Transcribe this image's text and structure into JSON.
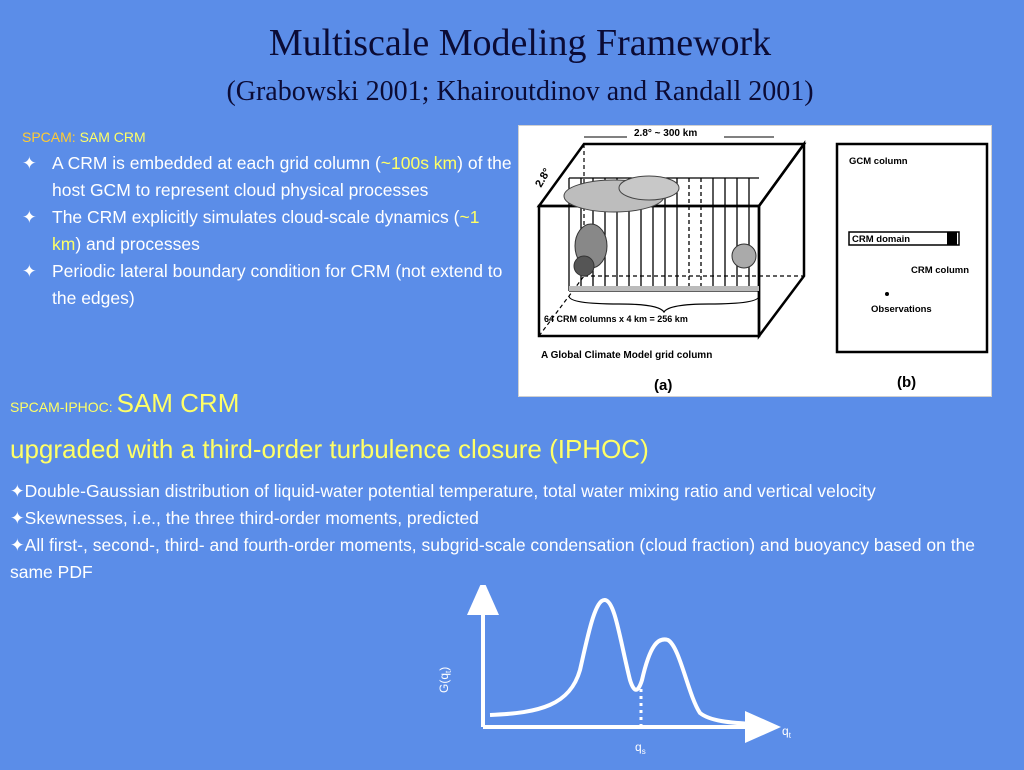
{
  "title": "Multiscale Modeling Framework",
  "subtitle": "(Grabowski 2001; Khairoutdinov and Randall 2001)",
  "section1": {
    "prefix": "SPCAM: ",
    "model": "SAM CRM",
    "bullets": [
      {
        "before": "A CRM is embedded at each grid column (",
        "highlight": "~100s km",
        "after": ") of the host GCM to represent cloud physical processes"
      },
      {
        "before": "The CRM explicitly simulates cloud-scale dynamics (",
        "highlight": "~1 km",
        "after": ") and processes"
      },
      {
        "before": " Periodic lateral boundary condition for CRM (not extend to the edges)",
        "highlight": "",
        "after": ""
      }
    ]
  },
  "figure": {
    "top_label": "2.8° ~ 300 km",
    "side_label": "2.8°",
    "bottom_label": "64 CRM columns  x  4 km  =  256 km",
    "caption": "A Global Climate Model grid column",
    "panel_a": "(a)",
    "panel_b": "(b)",
    "legend_gcm": "GCM column",
    "legend_crm_domain": "CRM domain",
    "legend_crm_column": "CRM column",
    "legend_obs": "Observations"
  },
  "section2": {
    "prefix": "SPCAM-IPHOC: ",
    "model": "SAM CRM",
    "upgrade": "upgraded with a third-order turbulence closure (IPHOC)",
    "bullets": [
      "Double-Gaussian distribution of liquid-water potential temperature, total water mixing ratio and vertical velocity",
      "Skewnesses, i.e., the three third-order moments, predicted",
      "All first-, second-, third- and fourth-order moments, subgrid-scale condensation (cloud fraction) and buoyancy based on the same PDF"
    ]
  },
  "pdf_plot": {
    "ylabel_main": "G(q",
    "ylabel_sub": "t",
    "ylabel_end": ")",
    "xlabel_main": "q",
    "xlabel_sub": "t",
    "marker_main": "q",
    "marker_sub": "s"
  },
  "bullet_icon": "four-pointed-star-icon",
  "colors": {
    "background": "#5b8de8",
    "title": "#0b0b35",
    "highlight_yellow": "#ffff66",
    "label_orange": "#ffcc33"
  }
}
